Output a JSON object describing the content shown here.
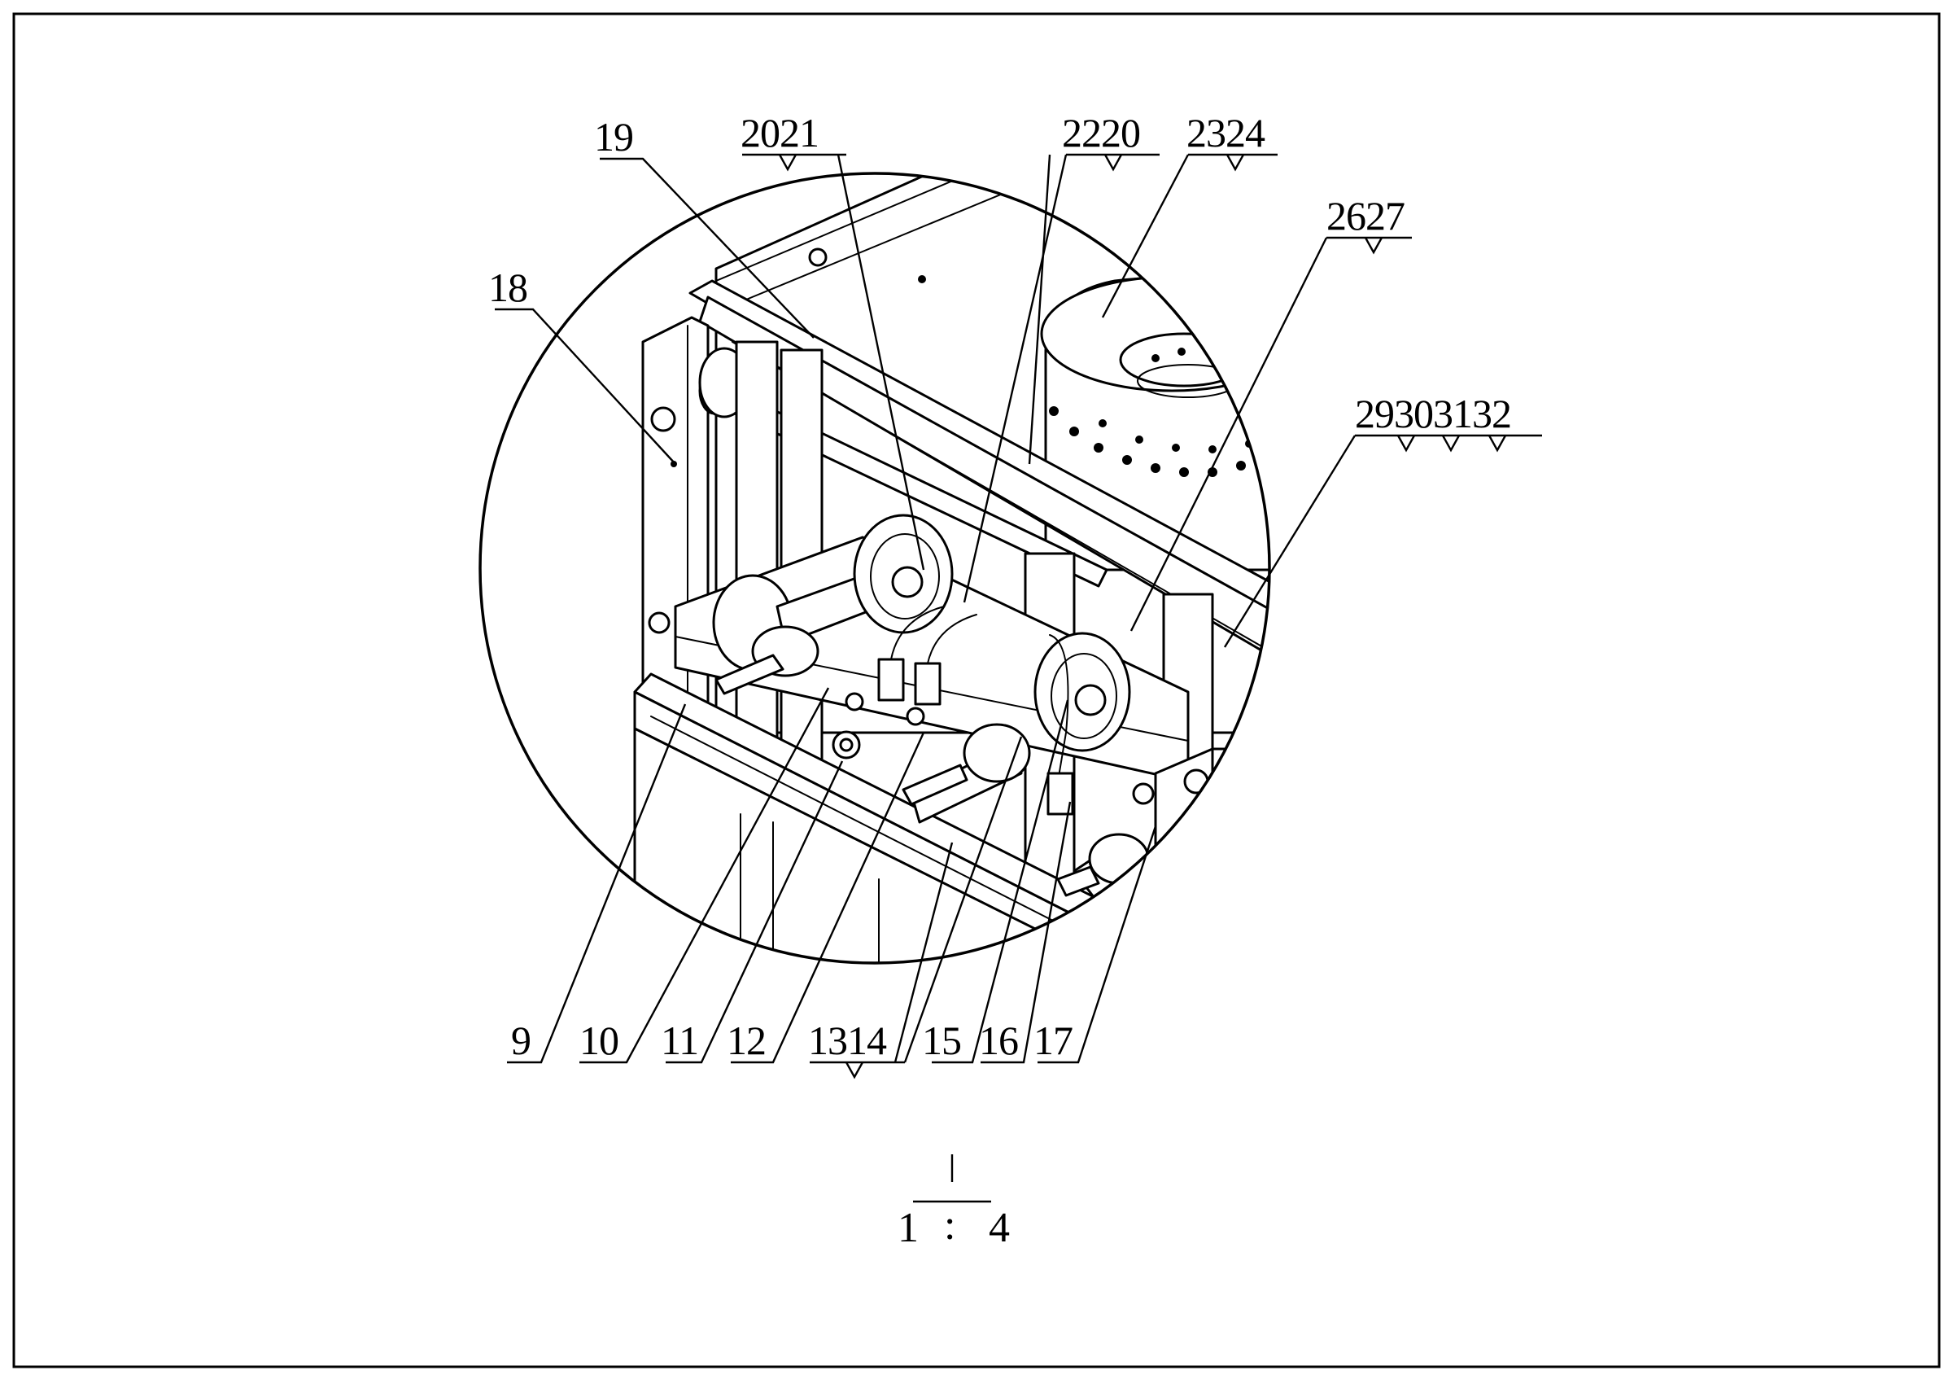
{
  "drawing": {
    "callouts": {
      "c18": "18",
      "c19": "19",
      "c2021": "2021",
      "c2220": "2220",
      "c2324": "2324",
      "c2627": "2627",
      "c29303132": "29303132",
      "c9": "9",
      "c10": "10",
      "c11": "11",
      "c12": "12",
      "c1314": "1314",
      "c15": "15",
      "c16": "16",
      "c17": "17"
    },
    "scale": {
      "numerator": "1",
      "separator": ":",
      "denominator": "4"
    }
  }
}
